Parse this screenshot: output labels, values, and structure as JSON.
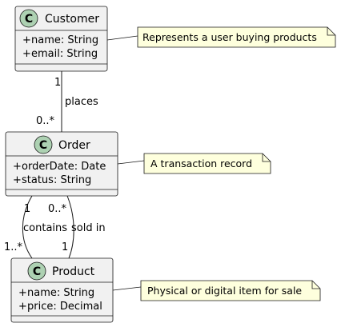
{
  "classes": {
    "customer": {
      "name": "Customer",
      "stereotype": "C",
      "attrs": [
        "name: String",
        "email: String"
      ]
    },
    "order": {
      "name": "Order",
      "stereotype": "C",
      "attrs": [
        "orderDate: Date",
        "status: String"
      ]
    },
    "product": {
      "name": "Product",
      "stereotype": "C",
      "attrs": [
        "name: String",
        "price: Decimal"
      ]
    }
  },
  "visibility_symbol": "+",
  "notes": {
    "customer": "Represents a user buying products",
    "order": "A transaction record",
    "product": "Physical or digital item for sale"
  },
  "relations": {
    "places": {
      "label": "places",
      "from_mult": "1",
      "to_mult": "0..*"
    },
    "contains": {
      "label": "contains",
      "from_mult": "1",
      "to_mult": "1..*"
    },
    "sold_in": {
      "label": "sold in",
      "from_mult": "0..*",
      "to_mult": "1"
    }
  },
  "colors": {
    "class_fill": "#F1F1F1",
    "class_border": "#181818",
    "stereotype_circle": "#ADD1B2",
    "note_fill": "#FEFFDD",
    "note_border": "#181818",
    "line": "#181818"
  }
}
